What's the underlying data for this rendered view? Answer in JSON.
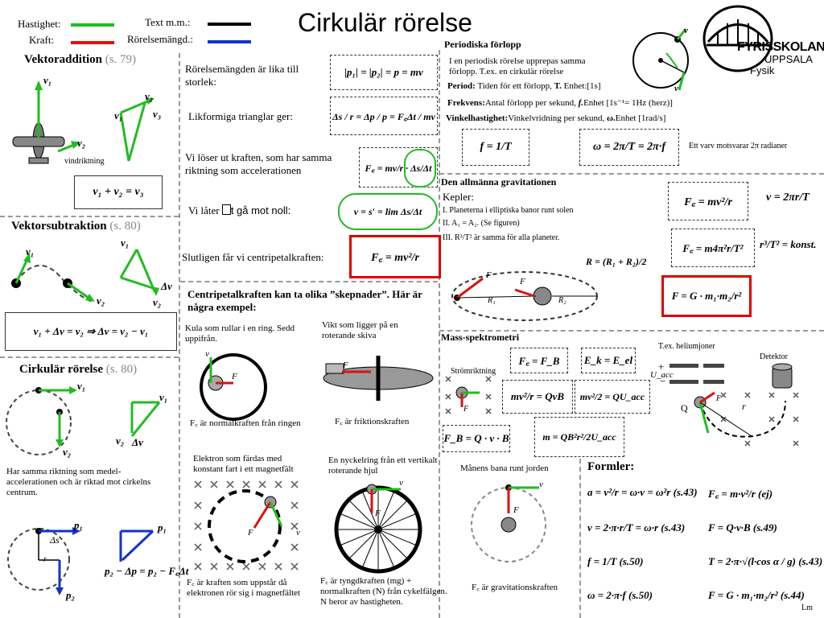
{
  "title": "Cirkulär rörelse",
  "legend": {
    "speed": "Hastighet:",
    "force": "Kraft:",
    "text": "Text m.m.:",
    "momentum": "Rörelsemängd.:",
    "colors": {
      "speed": "#22bb22",
      "force": "#dd1111",
      "text": "#000000",
      "momentum": "#1133cc"
    }
  },
  "logo": {
    "line1": "FYRISSKOLAN",
    "line2": "UPPSALA",
    "line3": "Fysik"
  },
  "vektoraddition": {
    "title": "Vektoraddition",
    "ref": "(s. 79)",
    "wind_label": "vindriktning",
    "v1": "v₁",
    "v2": "v₂",
    "v3": "v₃",
    "equation": "v₁ + v₂ = v₃"
  },
  "vektorsubtraktion": {
    "title": "Vektorsubtraktion",
    "ref": "(s. 80)",
    "v1": "v₁",
    "v2": "v₂",
    "dv": "Δv",
    "equation": "v₁ + Δv = v₂   ⇒   Δv = v₂ − v₁"
  },
  "cirkular": {
    "title": "Cirkulär rörelse",
    "ref": "(s. 80)",
    "note": "Har samma riktning som medel-accelerationen och är riktad mot cirkelns centrum.",
    "dv_short": "Δv",
    "p1": "p₁",
    "p2": "p₂",
    "ds": "Δs",
    "r": "r",
    "equation": "p₂ − Δp = p₂ − F꜀Δt"
  },
  "middle": {
    "momentum_text": "Rörelsemängden är lika till storlek:",
    "momentum_formula": "|p₁| = |p₂| = p = mv",
    "triangles_text": "Likformiga trianglar ger:",
    "triangles_formula": "Δs / r = Δp / p = F꜀Δt / mv",
    "solve_text": "Vi löser ut kraften, som har samma riktning som accelerationen",
    "solve_formula": "F꜀ = mv/r · Δs/Δt",
    "let_text": "Vi låter",
    "let_text2": "t gå mot noll:",
    "let_formula": "v = s′ = lim Δs/Δt",
    "final_text": "Slutligen får vi centripetalkraften:",
    "final_formula": "F꜀ = mv²/r"
  },
  "skepnader": {
    "title": "Centripetalkraften kan ta olika ”skepnader”. Här är några exempel:",
    "ex1_title": "Kula som rullar i en ring. Sedd uppifrån.",
    "ex1_caption": "F꜀ är normalkraften från ringen",
    "ex2_title": "Vikt som ligger på en roterande skiva",
    "ex2_caption": "F꜀ är friktionskraften",
    "ex3_title": "Elektron som färdas med konstant fart i ett magnetfält",
    "ex3_caption": "F꜀ är kraften som uppstår då elektronen rör sig i magnetfältet",
    "ex4_title": "En nyckelring från ett vertikalt roterande hjul",
    "ex4_caption": "F꜀ är tyngdkraften (mg) + normalkraften (N) från cykelfälgen. N beror av hastigheten.",
    "ex5_title": "Månens bana runt jorden",
    "ex5_caption": "F꜀ är gravitationskraften",
    "v": "v",
    "F": "F"
  },
  "periodiska": {
    "title": "Periodiska förlopp",
    "intro": "I en periodisk rörelse upprepas samma förlopp. T.ex. en cirkulär rörelse",
    "period_label": "Period:",
    "period_text": "Tiden för ett förlopp,",
    "period_symbol": "T.",
    "period_unit": "Enhet:[1s]",
    "freq_label": "Frekvens:",
    "freq_text": "Antal förlopp per sekund,",
    "freq_symbol": "f.",
    "freq_unit": "Enhet [1s⁻¹= 1Hz (herz)]",
    "ang_label": "Vinkelhastighet:",
    "ang_text": "Vinkelvridning per sekund,",
    "ang_symbol": "ω.",
    "ang_unit": "Enhet [1rad/s]",
    "f_formula": "f = 1/T",
    "w_formula": "ω = 2π/T = 2π·f",
    "turn_text": "Ett varv motsvarar 2π radianer"
  },
  "gravitation": {
    "title": "Den allmänna gravitationen",
    "kepler": "Kepler:",
    "law1": "I.  Planeterna i elliptiska banor runt solen",
    "law2": "II.  A₁ = A₂. (Se figuren)",
    "law3": "III.  R³/T² är samma för alla planeter.",
    "r_formula": "R = (R₁ + R₂)/2",
    "f1": "F꜀ = mv²/r",
    "f2": "F꜀ = m4π²r/T²",
    "f3": "F = G · m₁·m₂/r²",
    "k1": "v = 2πr/T",
    "k2": "r³/T² = konst.",
    "r1": "R₁",
    "r2": "R₂",
    "F": "F"
  },
  "mass": {
    "title": "Mass-spektrometri",
    "current": "Strömriktning",
    "F": "F",
    "ex": "T.ex. heliumjoner",
    "detector": "Detektor",
    "u_acc": "U_acc",
    "plus": "+",
    "minus": "−",
    "Q": "Q",
    "r": "r",
    "eq1": "F꜀ = F_B",
    "eq2": "mv²/r = QvB",
    "eq3": "F_B = Q · v · B",
    "eq4": "E_k = E_el",
    "eq5": "mv²/2 = QU_acc",
    "eq6": "m = QB²r²/2U_acc"
  },
  "formler": {
    "title": "Formler:",
    "items": [
      "a = v²/r = ω·v = ω²r  (s.43)",
      "F꜀ = m·v²/r  (ej)",
      "v = 2·π·r/T = ω·r  (s.43)",
      "F = Q·v·B  (s.49)",
      "f = 1/T  (s.50)",
      "T = 2·π·√(l·cos α / g)  (s.43)",
      "ω = 2·π·f  (s.50)",
      "F = G · m₁·m₂/r²  (s.44)"
    ],
    "signature": "Lm"
  }
}
